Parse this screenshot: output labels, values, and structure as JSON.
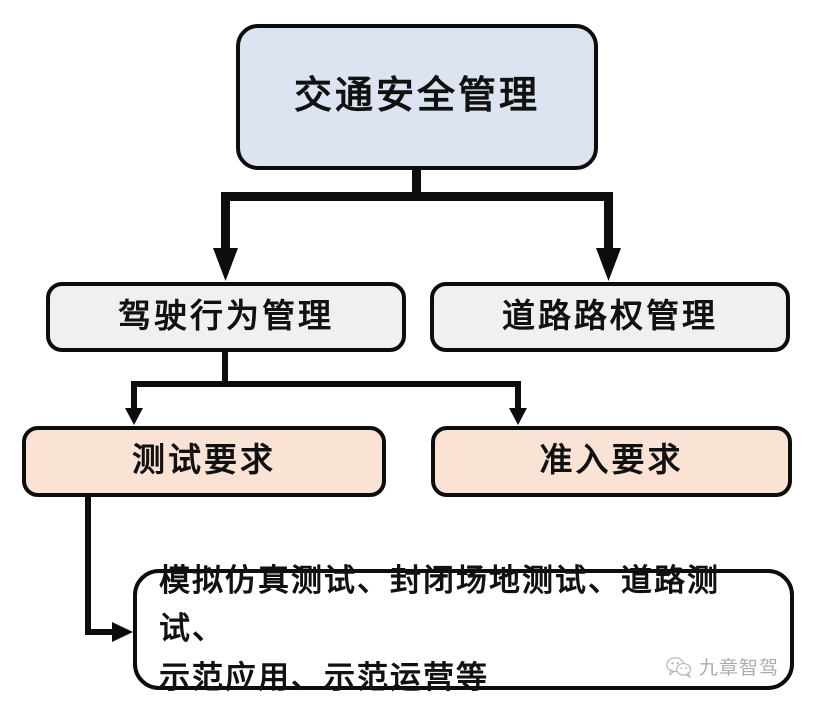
{
  "diagram": {
    "title_node": {
      "label": "交通安全管理",
      "fill": "#dce3f1"
    },
    "level1": [
      {
        "label": "驾驶行为管理",
        "fill": "#f1f0ee"
      },
      {
        "label": "道路路权管理",
        "fill": "#f1f0ee"
      }
    ],
    "level2": [
      {
        "label": "测试要求",
        "fill": "#fae3d4"
      },
      {
        "label": "准入要求",
        "fill": "#fae3d4"
      }
    ],
    "level3": {
      "line1": "模拟仿真测试、封闭场地测试、道路测试、",
      "line2": "示范应用、示范运营等",
      "fill": "#ffffff"
    },
    "stroke_color": "#0d0d0d"
  },
  "watermark": {
    "text": "九章智驾",
    "icon": "wechat-icon"
  }
}
